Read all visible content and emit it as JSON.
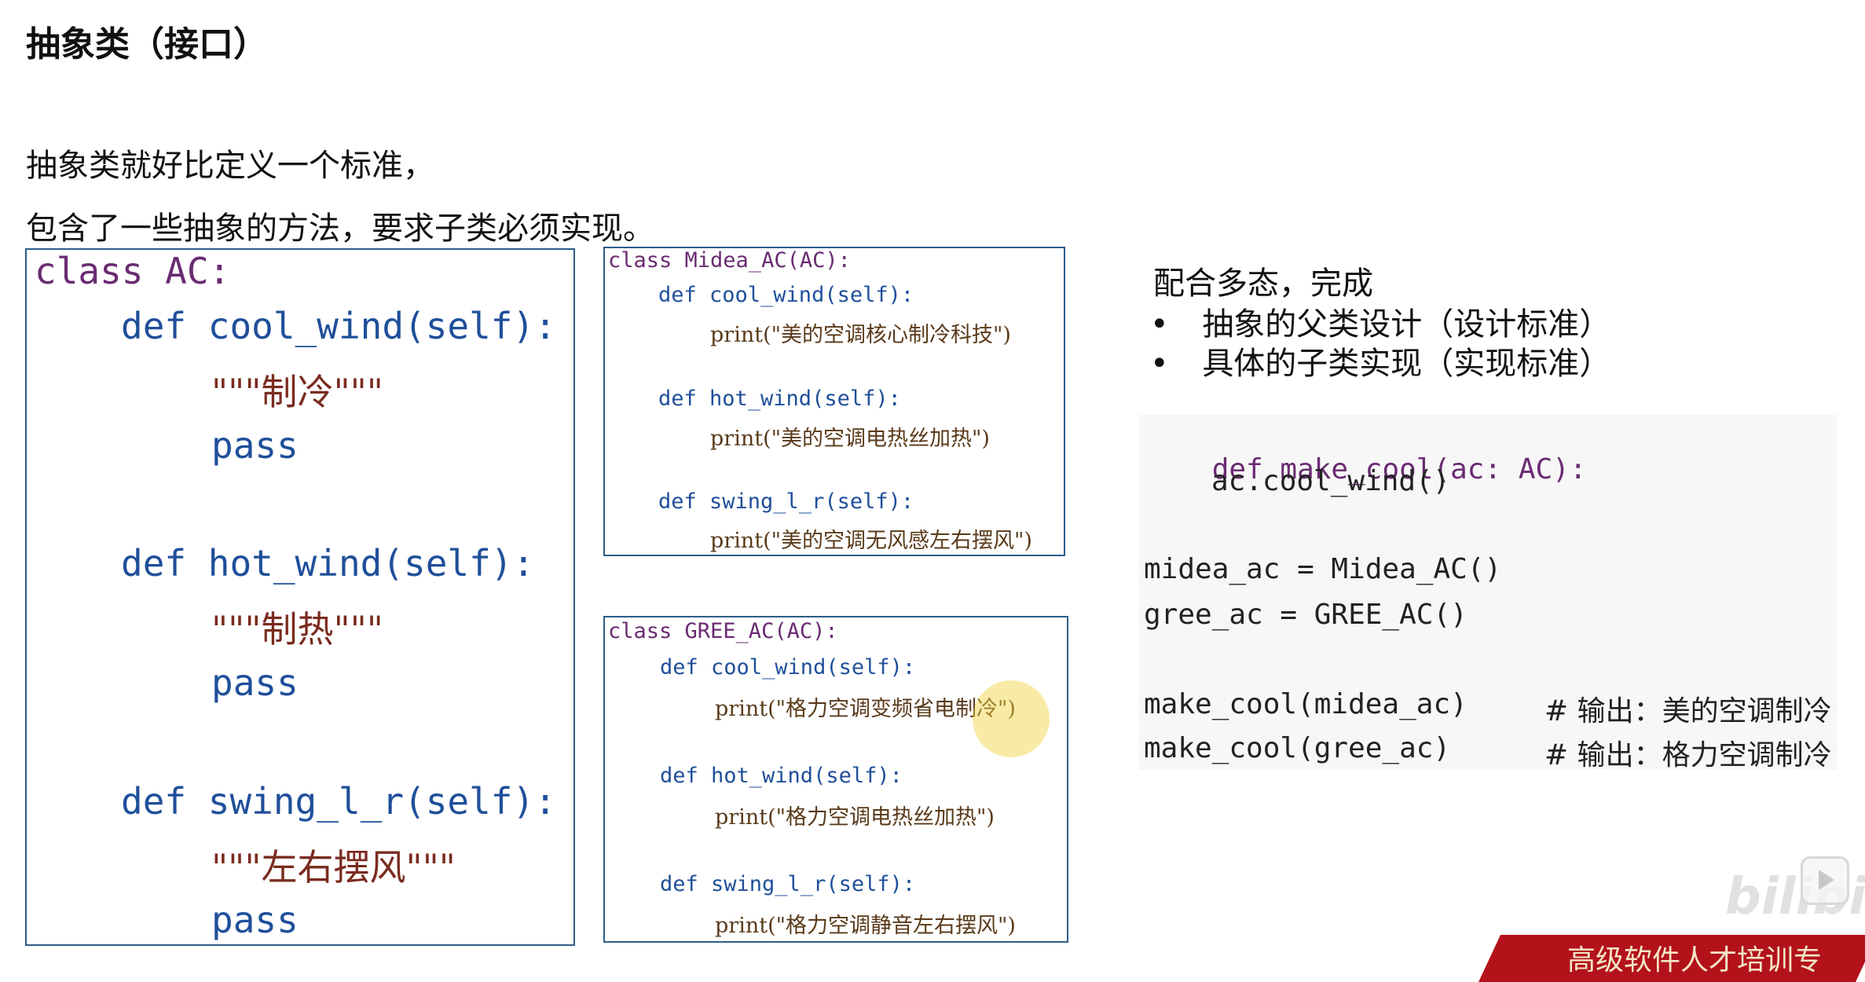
{
  "title": "抽象类（接口）",
  "intro": {
    "line1": "抽象类就好比定义一个标准，",
    "line2": "包含了一些抽象的方法，要求子类必须实现。"
  },
  "abstract_class": {
    "header": "class AC:",
    "methods": [
      {
        "def": "def cool_wind(self):",
        "doc": "\"\"\"制冷\"\"\"",
        "body": "pass"
      },
      {
        "def": "def hot_wind(self):",
        "doc": "\"\"\"制热\"\"\"",
        "body": "pass"
      },
      {
        "def": "def swing_l_r(self):",
        "doc": "\"\"\"左右摆风\"\"\"",
        "body": "pass"
      }
    ]
  },
  "midea_class": {
    "header": "class Midea_AC(AC):",
    "methods": [
      {
        "def": "def cool_wind(self):",
        "print": "print(\"美的空调核心制冷科技\")"
      },
      {
        "def": "def hot_wind(self):",
        "print": "print(\"美的空调电热丝加热\")"
      },
      {
        "def": "def swing_l_r(self):",
        "print": "print(\"美的空调无风感左右摆风\")"
      }
    ]
  },
  "gree_class": {
    "header": "class GREE_AC(AC):",
    "methods": [
      {
        "def": "def cool_wind(self):",
        "print": "print(\"格力空调变频省电制冷\")"
      },
      {
        "def": "def hot_wind(self):",
        "print": "print(\"格力空调电热丝加热\")"
      },
      {
        "def": "def swing_l_r(self):",
        "print": "print(\"格力空调静音左右摆风\")"
      }
    ]
  },
  "polymorphism": {
    "heading": "配合多态，完成",
    "bullets": [
      "抽象的父类设计（设计标准）",
      "具体的子类实现（实现标准）"
    ]
  },
  "usage_code": {
    "line1": "def make_cool(ac: AC):",
    "line2": "ac.cool_wind()",
    "line3": "midea_ac = Midea_AC()",
    "line4": "gree_ac = GREE_AC()",
    "line5_code": "make_cool(midea_ac)",
    "line5_comment": "# 输出：美的空调制冷",
    "line6_code": "make_cool(gree_ac)",
    "line6_comment": "# 输出：格力空调制冷"
  },
  "banner": "高级软件人才培训专",
  "watermark": "bilibili",
  "colors": {
    "keyword": "#6a2b72",
    "name": "#1f4f9a",
    "border": "#2d5d8a",
    "banner": "#b3121b"
  },
  "icons": [
    "play-icon"
  ]
}
